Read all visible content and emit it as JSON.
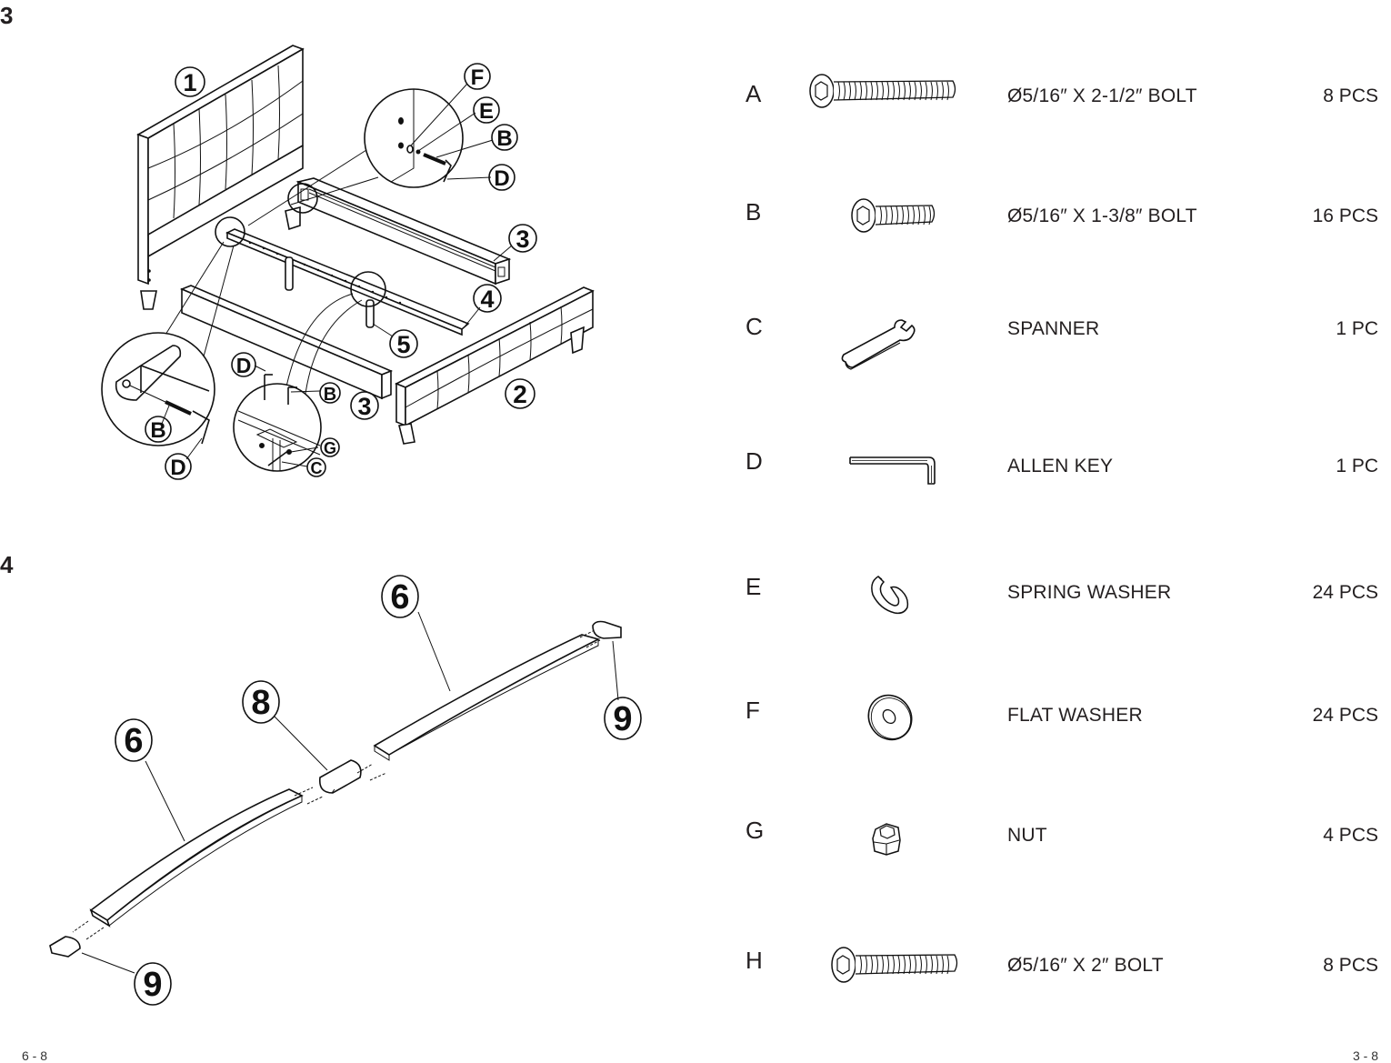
{
  "steps": [
    {
      "number": "3",
      "callouts": [
        "1",
        "F",
        "E",
        "B",
        "D",
        "3",
        "4",
        "5",
        "D",
        "B",
        "3",
        "2",
        "B",
        "D",
        "G",
        "C"
      ]
    },
    {
      "number": "4",
      "callouts": [
        "6",
        "8",
        "6",
        "9",
        "9"
      ]
    }
  ],
  "parts": [
    {
      "letter": "A",
      "icon": "long-hex-bolt-icon",
      "description": "Ø5/16″ X 2-1/2″ BOLT",
      "quantity": "8 PCS"
    },
    {
      "letter": "B",
      "icon": "short-hex-bolt-icon",
      "description": "Ø5/16″ X 1-3/8″ BOLT",
      "quantity": "16 PCS"
    },
    {
      "letter": "C",
      "icon": "spanner-icon",
      "description": "SPANNER",
      "quantity": "1 PC"
    },
    {
      "letter": "D",
      "icon": "allen-key-icon",
      "description": "ALLEN KEY",
      "quantity": "1 PC"
    },
    {
      "letter": "E",
      "icon": "spring-washer-icon",
      "description": "SPRING WASHER",
      "quantity": "24 PCS"
    },
    {
      "letter": "F",
      "icon": "flat-washer-icon",
      "description": "FLAT WASHER",
      "quantity": "24 PCS"
    },
    {
      "letter": "G",
      "icon": "hex-nut-icon",
      "description": "NUT",
      "quantity": "4 PCS"
    },
    {
      "letter": "H",
      "icon": "medium-hex-bolt-icon",
      "description": "Ø5/16″ X 2″ BOLT",
      "quantity": "8 PCS"
    }
  ],
  "footer": {
    "left_page": "6 - 8",
    "right_page": "3 - 8"
  }
}
